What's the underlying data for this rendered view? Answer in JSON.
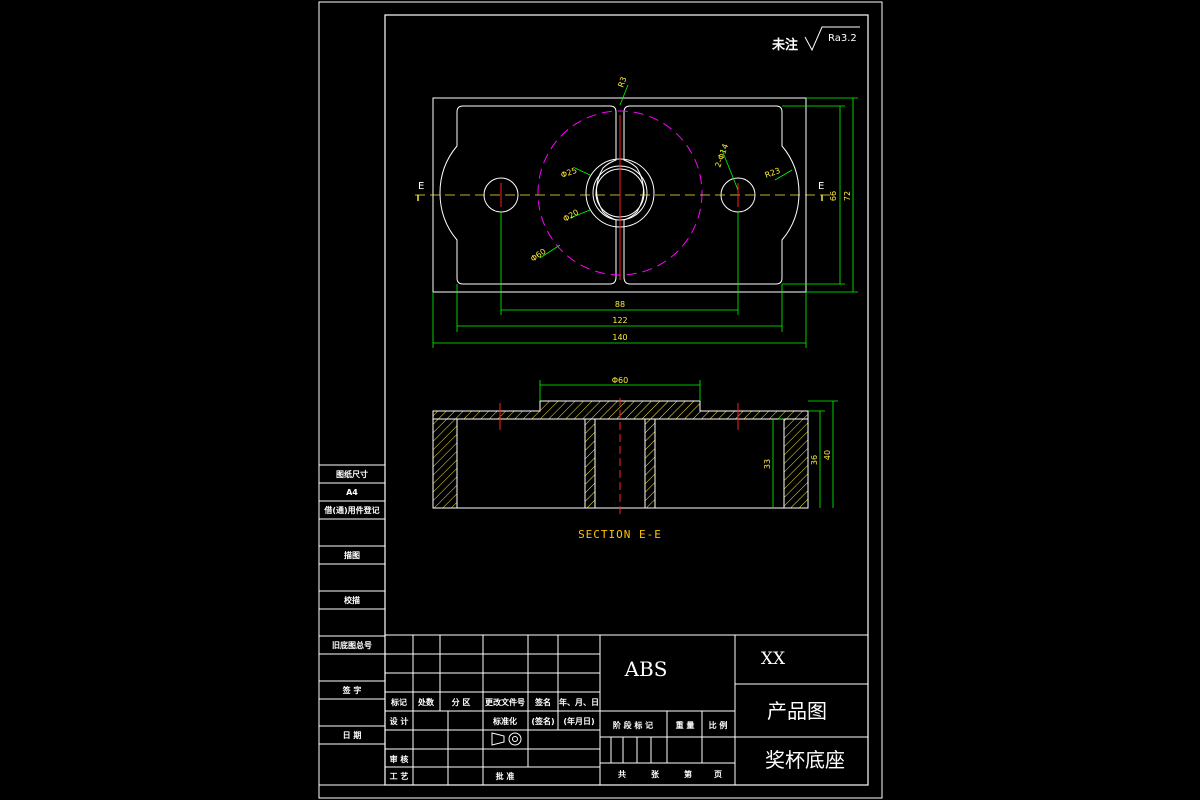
{
  "surface_note": {
    "label": "未注",
    "ra": "Ra3.2"
  },
  "section_labels": {
    "left": "E",
    "right": "E",
    "title": "SECTION E-E"
  },
  "top_dims": {
    "d88": "88",
    "d122": "122",
    "d140": "140",
    "d66": "66",
    "d72": "72",
    "r3": "R3",
    "holes": "2-Φ14",
    "r23": "R23",
    "phi25": "Φ25",
    "phi20": "Φ20",
    "phi60": "Φ60"
  },
  "section_dims": {
    "phi60": "Φ60",
    "d33": "33",
    "d36": "36",
    "d40": "40"
  },
  "left_strip": [
    "图纸尺寸",
    "A4",
    "借(通)用件登记",
    "",
    "描图",
    "",
    "校描",
    "",
    "旧底图总号",
    "",
    "签 字",
    "",
    "日 期",
    ""
  ],
  "revision_headers": [
    "标记",
    "处数",
    "分 区",
    "更改文件号",
    "签名",
    "年、月、日"
  ],
  "approval_labels": {
    "design": "设 计",
    "std": "标准化",
    "sign": "(签名)",
    "date": "(年月日)",
    "review": "审 核",
    "process": "工 艺",
    "approve": "批 准"
  },
  "stage_headers": [
    "阶 段 标 记",
    "重 量",
    "比 例"
  ],
  "sheet_footer": [
    "共",
    "张",
    "第",
    "页"
  ],
  "material": "ABS",
  "company": "XX",
  "drawing_type": "产品图",
  "part_name": "奖杯底座",
  "colors": {
    "outline": "#ffffff",
    "dimension": "#00ff00",
    "center": "#ff2020",
    "phantom": "#ff00ff",
    "hatch": "#ffeb3b",
    "extension": "#00e5ff"
  }
}
